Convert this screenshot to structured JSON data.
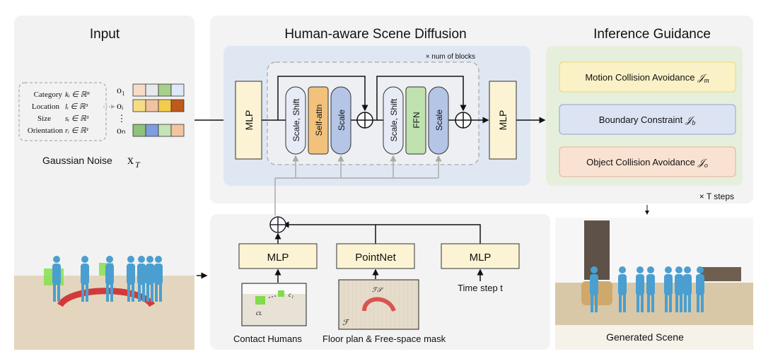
{
  "panels": {
    "input_title": "Input",
    "diffusion_title": "Human-aware Scene Diffusion",
    "guidance_title": "Inference Guidance"
  },
  "input": {
    "attributes": [
      {
        "label": "Category",
        "symbol": "kᵢ ∈ ℝᴷ"
      },
      {
        "label": "Location",
        "symbol": "lᵢ ∈ ℝ³"
      },
      {
        "label": "Size",
        "symbol": "sᵢ ∈ ℝ³"
      },
      {
        "label": "Orientation",
        "symbol": "rᵢ ∈ ℝ¹"
      }
    ],
    "objects": [
      {
        "label": "o₁",
        "colors": [
          "#f6dcc8",
          "#e6e8ec",
          "#a9cf8c",
          "#dde9f7"
        ]
      },
      {
        "label": "oᵢ",
        "colors": [
          "#f6dc86",
          "#f0c2a0",
          "#f3cc4c",
          "#c0591c"
        ]
      },
      {
        "label": "oₙ",
        "colors": [
          "#90c27a",
          "#7f9de0",
          "#c6e3b6",
          "#f2c4a0"
        ]
      }
    ],
    "ellipsis": "⋮",
    "noise_label": "Gaussian Noise",
    "noise_symbol": "x",
    "noise_subscript": "T"
  },
  "diffusion": {
    "mlp_in": "MLP",
    "mlp_out": "MLP",
    "blocks_note": "× num of blocks",
    "block1": [
      "Scale, Shift",
      "Self-attn",
      "Scale"
    ],
    "block2": [
      "Scale, Shift",
      "FFN",
      "Scale"
    ]
  },
  "guidance": {
    "items": [
      {
        "label": "Motion Collision Avoidance",
        "symbol": "𝒥",
        "sub": "m",
        "color": "#fbf1c6"
      },
      {
        "label": "Boundary Constraint",
        "symbol": "𝒥",
        "sub": "b",
        "color": "#dce4f4"
      },
      {
        "label": "Object Collision Avoidance",
        "symbol": "𝒥",
        "sub": "o",
        "color": "#f9e2d2"
      }
    ],
    "steps_note": "× T steps"
  },
  "conditions": {
    "mlp_contact": "MLP",
    "pointnet": "PointNet",
    "mlp_time": "MLP",
    "contact_caption": "Contact Humans",
    "floor_caption": "Floor plan & Free-space mask",
    "time_caption": "Time step t",
    "c1": "c₁",
    "cL": "cʟ",
    "fs": "ℱ𝒮",
    "f": "ℱ"
  },
  "output": {
    "caption": "Generated Scene"
  }
}
